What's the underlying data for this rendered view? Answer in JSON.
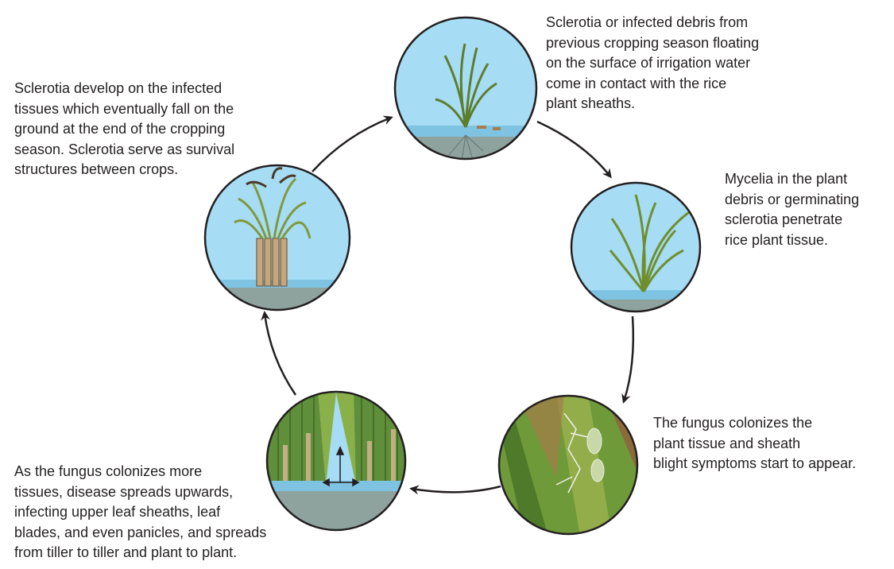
{
  "stages": [
    {
      "id": "debris",
      "caption": "Sclerotia or infected debris from\nprevious cropping season floating\non the surface of irrigation water\ncome in contact with the rice\nplant sheaths."
    },
    {
      "id": "penetration",
      "caption": "Mycelia in the plant\ndebris or germinating\nsclerotia penetrate\nrice plant tissue."
    },
    {
      "id": "colonization",
      "caption": "The fungus colonizes the\nplant tissue and sheath\nblight symptoms start to appear."
    },
    {
      "id": "spread",
      "caption": "As the fungus colonizes more\ntissues, disease spreads upwards,\ninfecting upper leaf sheaths, leaf\nblades, and even panicles, and spreads\nfrom tiller to tiller and plant to plant."
    },
    {
      "id": "survival",
      "caption": "Sclerotia develop on the infected\ntissues which eventually fall on the\nground at the end of the cropping\nseason. Sclerotia serve as survival\nstructures between crops."
    }
  ],
  "colors": {
    "sky": "#a6dcf4",
    "water": "#7fc3e3",
    "soil": "#8fa39e",
    "leaf": "#8aa83a",
    "stem": "#5e7d2c",
    "outline": "#231f20",
    "lesion": "#d9b894"
  }
}
